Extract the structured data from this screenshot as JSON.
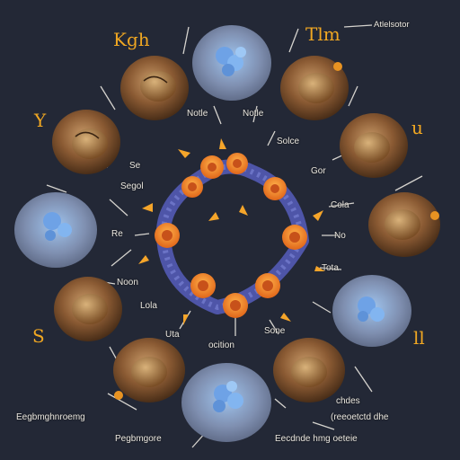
{
  "colors": {
    "background": "#232836",
    "accent": "#f0a722",
    "label": "#e9e6df",
    "nut_brown": "#8a5a33",
    "crystal_blue": "#7fa9dc",
    "petal_orange": "#f08a1e",
    "ring_purple": "#4e55a8"
  },
  "labels": {
    "top_left": "Kgh",
    "top_right": "Tlm",
    "top_far_right": "Atlelsotor",
    "left_y": "Y",
    "right_u": "u",
    "left_s": "S",
    "right_ll": "ll",
    "inner_nottle": "Notle",
    "inner_notte": "Notle",
    "inner_solce": "Solce",
    "inner_se": "Se",
    "inner_segol": "Segol",
    "inner_gor": "Gor",
    "inner_cola": "Cola",
    "inner_re": "Re",
    "inner_no": "No",
    "inner_tota": "Tota",
    "inner_noon": "Noon",
    "inner_lola": "Lola",
    "inner_uta": "Uta",
    "inner_ocition": "ocition",
    "inner_sone": "Sone",
    "bottom_left_1": "Eegbmghnroemg",
    "bottom_left_2": "Pegbmgore",
    "bottom_right_1": "chdes",
    "bottom_right_2": "(reeoetctd dhe",
    "bottom_right_3": "Eecdnde hmg oeteie"
  },
  "icons": [
    "walnut-shell",
    "blue-crystal-cluster",
    "orange-flower-wreath",
    "pointer-line"
  ]
}
